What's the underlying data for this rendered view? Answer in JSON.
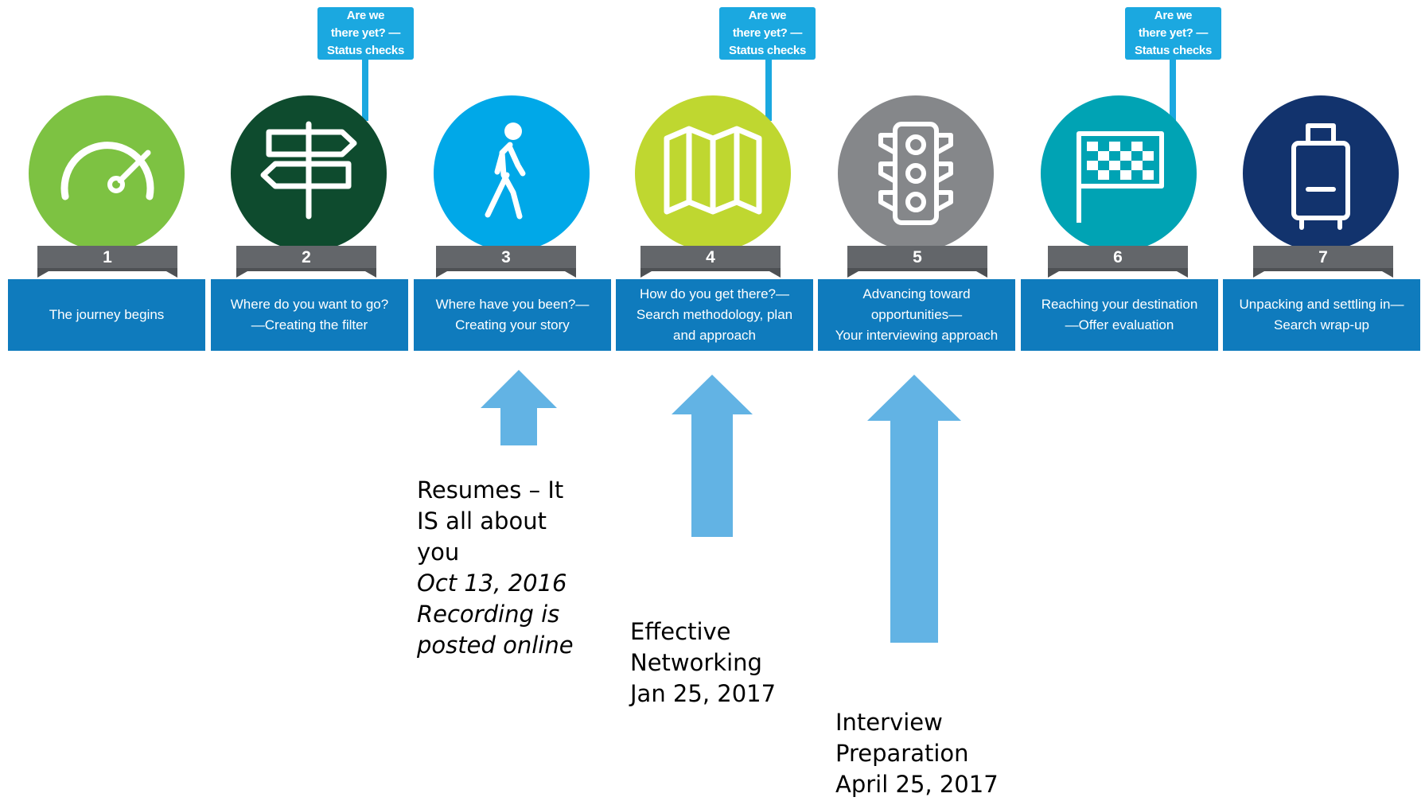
{
  "callouts": [
    {
      "lines": [
        "Are we",
        "there yet? —",
        "Status checks"
      ]
    },
    {
      "lines": [
        "Are we",
        "there yet? —",
        "Status checks"
      ]
    },
    {
      "lines": [
        "Are we",
        "there yet? —",
        "Status checks"
      ]
    }
  ],
  "stages": [
    {
      "number": "1",
      "icon": "speedometer-icon",
      "color": "#7dc242",
      "label_lines": [
        "The journey begins"
      ]
    },
    {
      "number": "2",
      "icon": "signpost-icon",
      "color": "#0e4b2e",
      "label_lines": [
        "Where do you want to go?",
        "—Creating the filter"
      ]
    },
    {
      "number": "3",
      "icon": "walking-person-icon",
      "color": "#00a8e8",
      "label_lines": [
        "Where have you been?—",
        "Creating your story"
      ]
    },
    {
      "number": "4",
      "icon": "map-icon",
      "color": "#bfd730",
      "label_lines": [
        "How do you get there?—",
        "Search methodology, plan",
        "and approach"
      ]
    },
    {
      "number": "5",
      "icon": "traffic-light-icon",
      "color": "#85878a",
      "label_lines": [
        "Advancing toward",
        "opportunities—",
        "Your interviewing approach"
      ]
    },
    {
      "number": "6",
      "icon": "finish-flag-icon",
      "color": "#00a3b4",
      "label_lines": [
        "Reaching your destination",
        "—Offer evaluation"
      ]
    },
    {
      "number": "7",
      "icon": "suitcase-icon",
      "color": "#12336d",
      "label_lines": [
        "Unpacking and settling in—",
        "Search wrap-up"
      ]
    }
  ],
  "colors": {
    "bar": "#0f7bbd",
    "plate": "#63666a",
    "callout": "#1ba8e0",
    "arrow": "#62b3e4"
  },
  "notes": [
    {
      "lines": [
        "Resumes – It",
        "IS all about",
        "you"
      ],
      "italic_lines": [
        "Oct 13, 2016",
        "Recording is",
        "posted online"
      ]
    },
    {
      "lines": [
        "Effective",
        "Networking",
        "Jan 25, 2017"
      ],
      "italic_lines": []
    },
    {
      "lines": [
        "Interview",
        "Preparation",
        "April 25, 2017"
      ],
      "italic_lines": []
    }
  ]
}
